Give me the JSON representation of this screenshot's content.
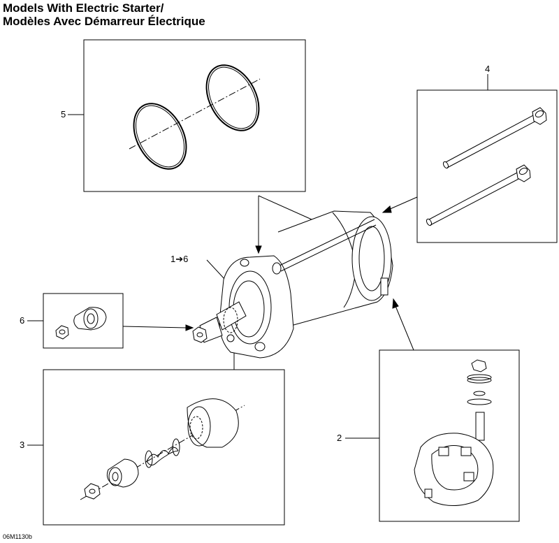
{
  "header": {
    "title_en": "Models With Electric Starter/",
    "title_fr": "Modèles Avec Démarreur Électrique"
  },
  "callouts": {
    "assembly": "1➔6",
    "c2": "2",
    "c3": "3",
    "c4": "4",
    "c5": "5",
    "c6": "6"
  },
  "footer": {
    "drawing_code": "06M1130b"
  }
}
